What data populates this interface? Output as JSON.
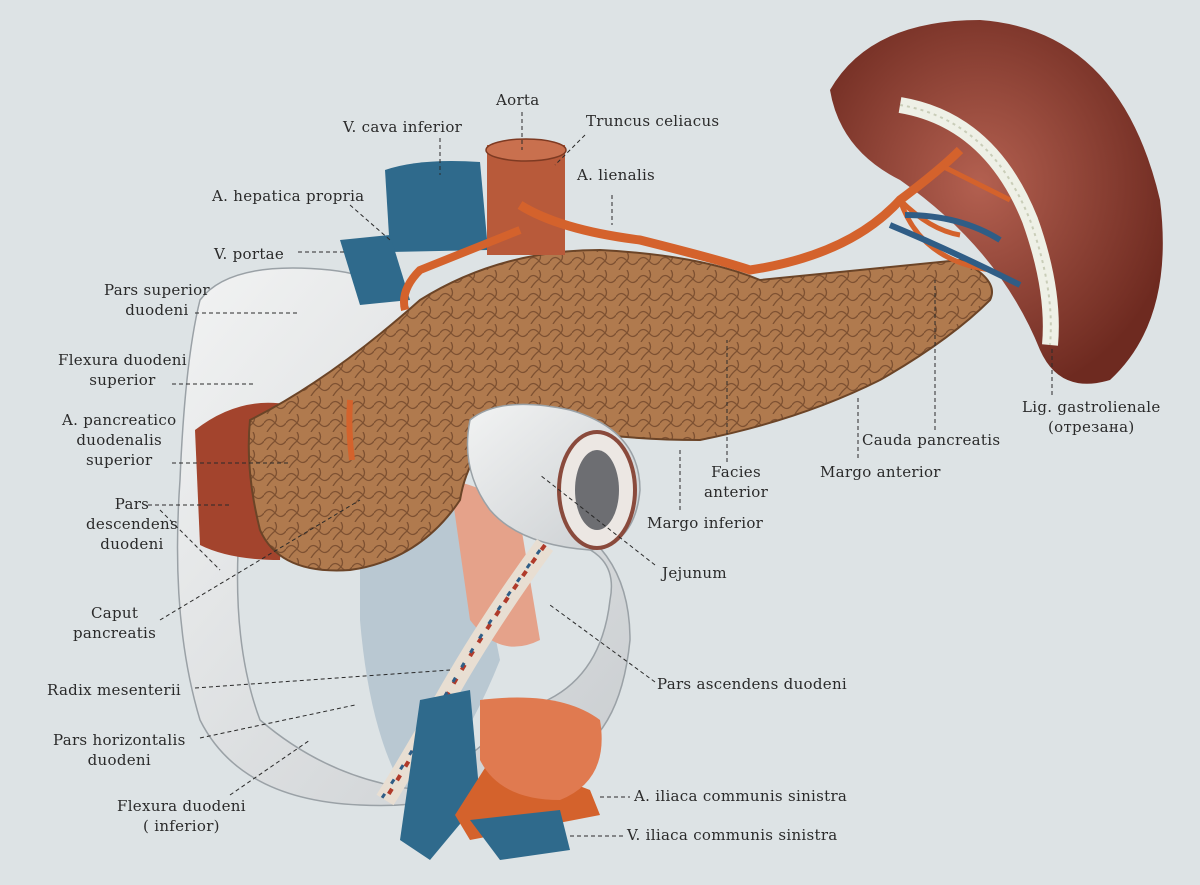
{
  "colors": {
    "background": "#dde3e5",
    "pancreas": "#b07a4e",
    "pancreas_dark": "#8a5a36",
    "artery": "#d4622c",
    "vein": "#2f6a8c",
    "duodenum": "#e7e9ea",
    "spleen": "#8f3b2c",
    "muscle": "#a3442d"
  },
  "labels": {
    "aorta": "Aorta",
    "truncus": "Truncus celiacus",
    "vcava": "V. cava inferior",
    "lienalis": "A. lienalis",
    "hepatica": "A. hepatica propria",
    "portae": "V. portae",
    "pars_superior": [
      "Pars superior",
      "duodeni"
    ],
    "flexura_superior": [
      "Flexura duodeni",
      "superior"
    ],
    "pancreaticoduodenalis": [
      "A. pancreatico",
      "duodenalis",
      "superior"
    ],
    "pars_descendens": [
      "Pars",
      "descendens",
      "duodeni"
    ],
    "caput": [
      "Caput",
      "pancreatis"
    ],
    "radix": "Radix mesenterii",
    "pars_horizontalis": [
      "Pars horizontalis",
      "duodeni"
    ],
    "flexura_inferior": [
      "Flexura duodeni",
      "( inferior)"
    ],
    "lig_gastrolienale": [
      "Lig. gastrolienale",
      "(отрезана)"
    ],
    "cauda": "Cauda pancreatis",
    "margo_anterior": "Margo anterior",
    "facies_anterior": [
      "Facies",
      "anterior"
    ],
    "margo_inferior": "Margo inferior",
    "jejunum": "Jejunum",
    "pars_ascendens": "Pars ascendens duodeni",
    "iliaca_a": "A. iliaca communis sinistra",
    "iliaca_v": "V. iliaca communis sinistra"
  }
}
